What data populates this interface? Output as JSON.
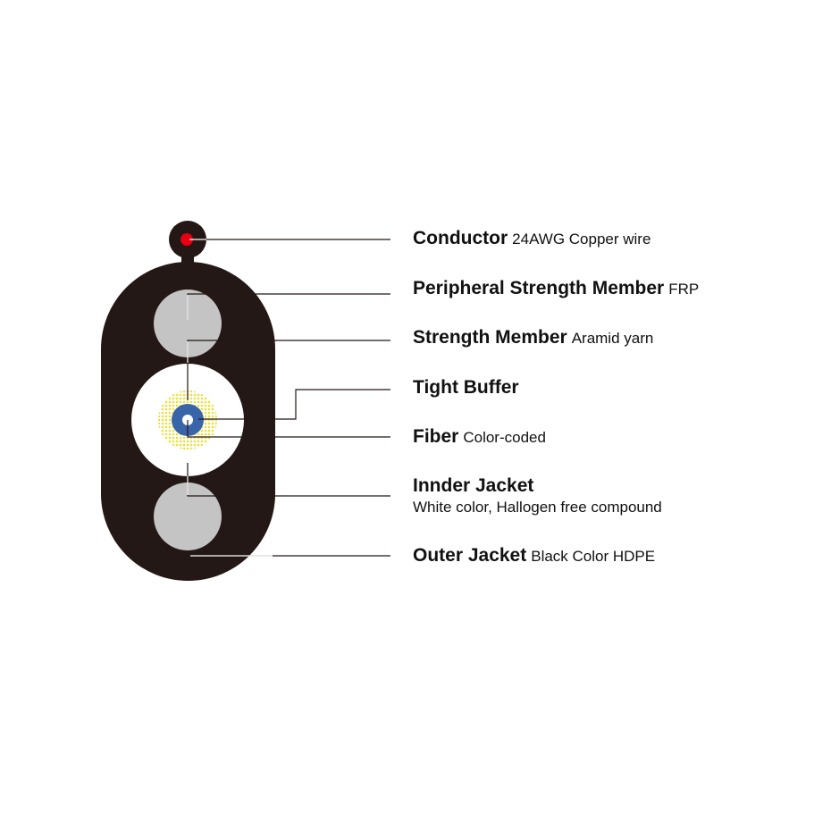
{
  "colors": {
    "outer_jacket": "#231815",
    "strength_rod": "#c4c4c4",
    "inner_jacket": "#ffffff",
    "aramid": "#e8e03c",
    "tight_buffer": "#3a64a8",
    "conductor": "#e60012",
    "leader_line": "#231815"
  },
  "labels": [
    {
      "title": "Conductor",
      "desc": "24AWG  Copper wire"
    },
    {
      "title": "Peripheral Strength Member",
      "desc": "FRP"
    },
    {
      "title": "Strength Member",
      "desc": "Aramid yarn"
    },
    {
      "title": "Tight Buffer",
      "desc": ""
    },
    {
      "title": "Fiber",
      "desc": "Color-coded"
    },
    {
      "title": "Innder Jacket",
      "desc": "White color, Hallogen free compound"
    },
    {
      "title": "Outer Jacket",
      "desc": "Black Color HDPE"
    }
  ]
}
